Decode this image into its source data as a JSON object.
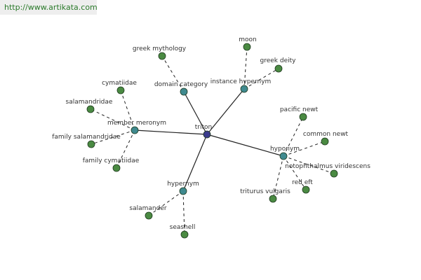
{
  "watermark": {
    "url": "http://www.artikata.com",
    "color": "#2a7a2a"
  },
  "colors": {
    "center_node": "#3b3b8c",
    "relation_node": "#3f8a8f",
    "leaf_node": "#4a8a42",
    "solid_edge": "#222222",
    "dashed_edge": "#222222",
    "label": "#333333"
  },
  "graph": {
    "center": {
      "id": "triton",
      "label": "triton"
    },
    "relations": [
      {
        "id": "member-meronym",
        "label": "member meronym"
      },
      {
        "id": "domain-category",
        "label": "domain category"
      },
      {
        "id": "instance-hypernym",
        "label": "instance hypernym"
      },
      {
        "id": "hyponym",
        "label": "hyponym"
      },
      {
        "id": "hypernym",
        "label": "hypernym"
      }
    ],
    "leaves": [
      {
        "id": "cymatiidae",
        "label": "cymatiidae",
        "relation": "member-meronym"
      },
      {
        "id": "salamandridae",
        "label": "salamandridae",
        "relation": "member-meronym"
      },
      {
        "id": "family-salamandridae",
        "label": "family salamandridae",
        "relation": "member-meronym"
      },
      {
        "id": "family-cymatiidae",
        "label": "family cymatiidae",
        "relation": "member-meronym"
      },
      {
        "id": "greek-mythology",
        "label": "greek mythology",
        "relation": "domain-category"
      },
      {
        "id": "moon",
        "label": "moon",
        "relation": "instance-hypernym"
      },
      {
        "id": "greek-deity",
        "label": "greek deity",
        "relation": "instance-hypernym"
      },
      {
        "id": "pacific-newt",
        "label": "pacific newt",
        "relation": "hyponym"
      },
      {
        "id": "common-newt",
        "label": "common newt",
        "relation": "hyponym"
      },
      {
        "id": "notophthalmus-viridescens",
        "label": "notophthalmus viridescens",
        "relation": "hyponym"
      },
      {
        "id": "red-eft",
        "label": "red eft",
        "relation": "hyponym"
      },
      {
        "id": "triturus-vulgaris",
        "label": "triturus vulgaris",
        "relation": "hyponym"
      },
      {
        "id": "salamander",
        "label": "salamander",
        "relation": "hypernym"
      },
      {
        "id": "seashell",
        "label": "seashell",
        "relation": "hypernym"
      }
    ]
  }
}
